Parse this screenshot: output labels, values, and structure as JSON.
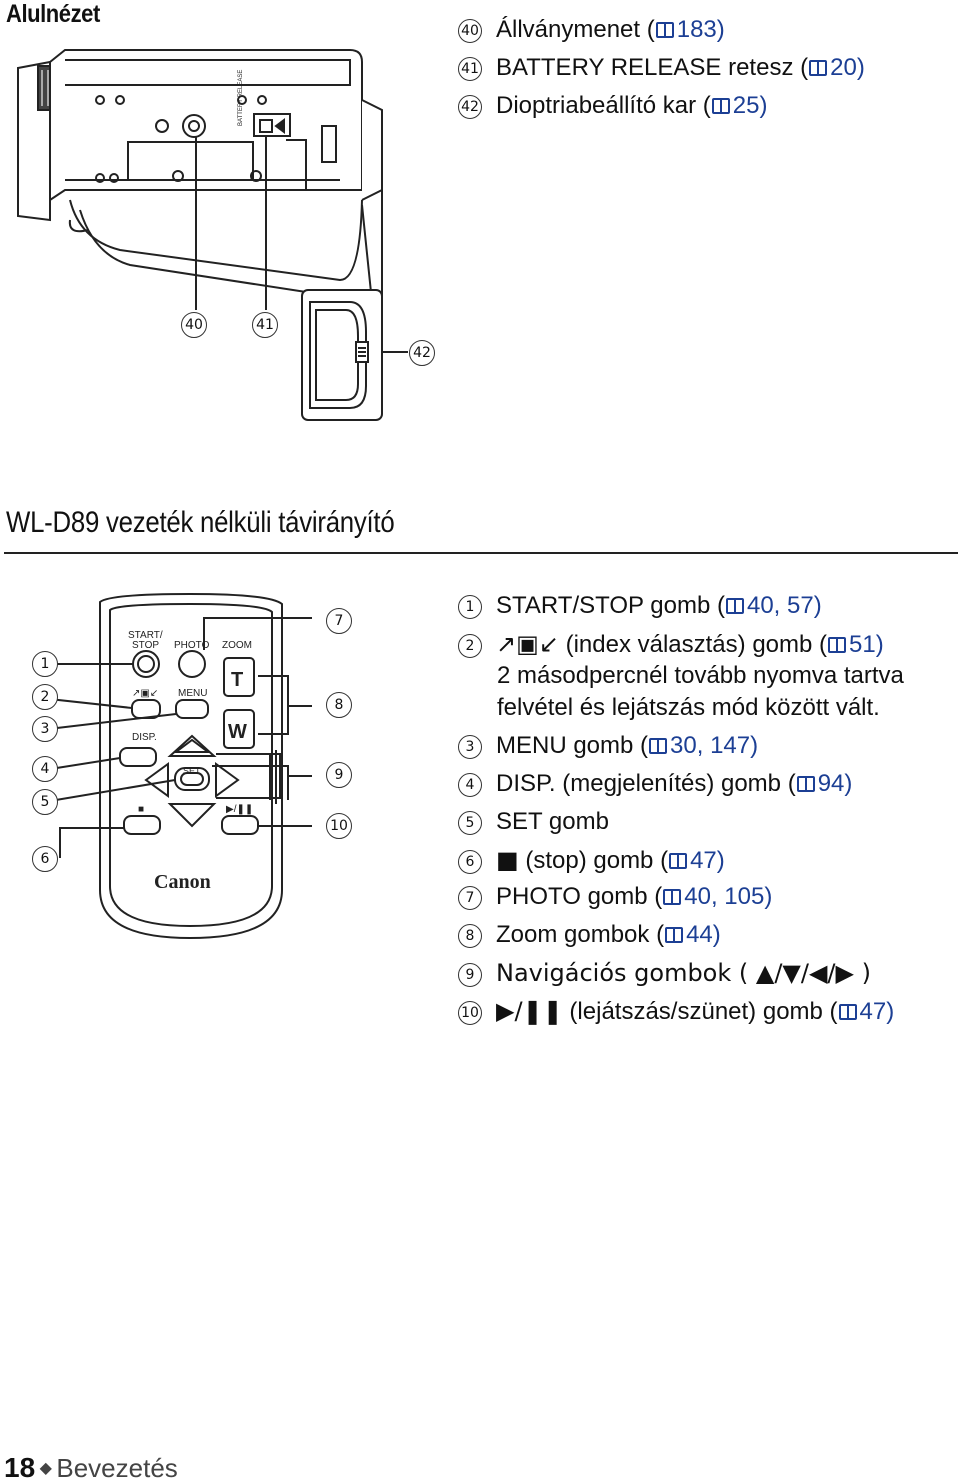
{
  "section_bottom_view": "Alulnézet",
  "bottom_items": [
    {
      "num": "40",
      "text": "Állványmenet (",
      "ref": "183",
      "close": ")"
    },
    {
      "num": "41",
      "text": "BATTERY RELEASE retesz (",
      "ref": "20",
      "close": ")"
    },
    {
      "num": "42",
      "text": "Dioptriabeállító kar (",
      "ref": "25",
      "close": ")"
    }
  ],
  "camera_callouts": [
    "40",
    "41",
    "42"
  ],
  "camera_printed": {
    "battery_release": "BATTERY RELEASE"
  },
  "remote_title": "WL-D89 vezeték nélküli távirányító",
  "remote_items": [
    {
      "num": "1",
      "pre": "",
      "text": "START/STOP gomb (",
      "ref": "40, 57",
      "close": ")"
    },
    {
      "num": "2",
      "pre": "↗▣↙",
      "text": " (index választás) gomb (",
      "ref": "51",
      "close": ")"
    },
    {
      "num": "3",
      "pre": "",
      "text": "MENU gomb (",
      "ref": "30, 147",
      "close": ")"
    },
    {
      "num": "4",
      "pre": "",
      "text": "DISP. (megjelenítés) gomb (",
      "ref": "94",
      "close": ")"
    },
    {
      "num": "5",
      "pre": "",
      "text": "SET gomb",
      "ref": "",
      "close": ""
    },
    {
      "num": "6",
      "pre": "■",
      "text": " (stop) gomb (",
      "ref": "47",
      "close": ")"
    },
    {
      "num": "7",
      "pre": "",
      "text": "PHOTO gomb (",
      "ref": "40, 105",
      "close": ")"
    },
    {
      "num": "8",
      "pre": "",
      "text": "Zoom gombok (",
      "ref": "44",
      "close": ")"
    },
    {
      "num": "9",
      "pre": "",
      "text": "Navigációs gombok ( ▲/▼/◀/▶ )",
      "ref": "",
      "close": ""
    },
    {
      "num": "10",
      "pre": "▶/❚❚",
      "text": " (lejátszás/szünet) gomb (",
      "ref": "47",
      "close": ")"
    }
  ],
  "item2_continuation": [
    "2 másodpercnél tovább nyomva tartva",
    "felvétel és lejátszás mód között vált."
  ],
  "remote_callouts": [
    "1",
    "2",
    "3",
    "4",
    "5",
    "6",
    "7",
    "8",
    "9",
    "10"
  ],
  "remote_printed": {
    "start_stop": "START/",
    "start_stop2": "STOP",
    "photo": "PHOTO",
    "zoom": "ZOOM",
    "menu": "MENU",
    "disp": "DISP.",
    "set": "SET",
    "tele": "T",
    "wide": "W",
    "brand": "Canon",
    "stop_sym": "■",
    "play_sym": "▶/❚❚",
    "index_sym": "↗▣↙"
  },
  "footer": {
    "page": "18",
    "bullet": "◆",
    "chapter": "Bevezetés"
  }
}
